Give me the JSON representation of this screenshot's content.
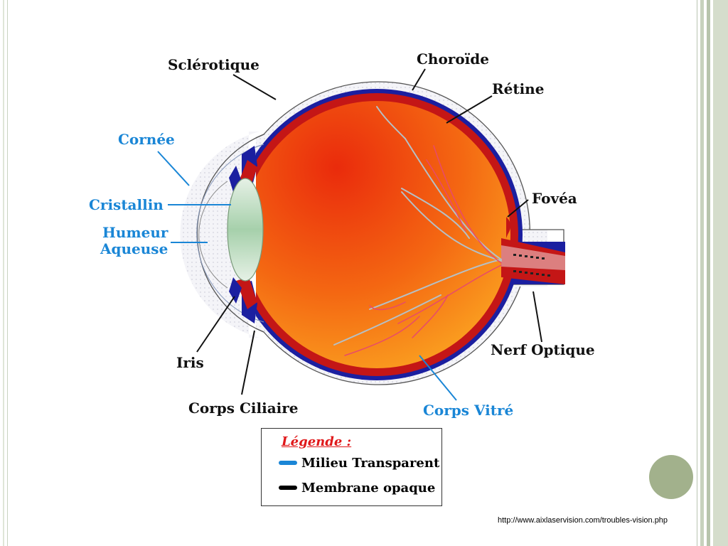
{
  "diagram": {
    "labels": {
      "sclerotique": "Sclérotique",
      "choroide": "Choroïde",
      "retine": "Rétine",
      "cornee": "Cornée",
      "cristallin": "Cristallin",
      "humeur_line1": "Humeur",
      "humeur_line2": "Aqueuse",
      "fovea": "Fovéa",
      "iris": "Iris",
      "corps_ciliaire": "Corps Ciliaire",
      "nerf_optique": "Nerf Optique",
      "corps_vitre": "Corps Vitré"
    }
  },
  "legend": {
    "title": "Légende :",
    "items": [
      {
        "label": "Milieu Transparent",
        "color": "#1a86d6"
      },
      {
        "label": "Membrane opaque",
        "color": "#000000"
      }
    ]
  },
  "source": "http://www.aixlaservision.com/troubles-vision.php",
  "colors": {
    "label_blue": "#1a86d6",
    "label_black": "#111111",
    "legend_title": "#e0191b",
    "accent_dot": "#a2b18c"
  }
}
